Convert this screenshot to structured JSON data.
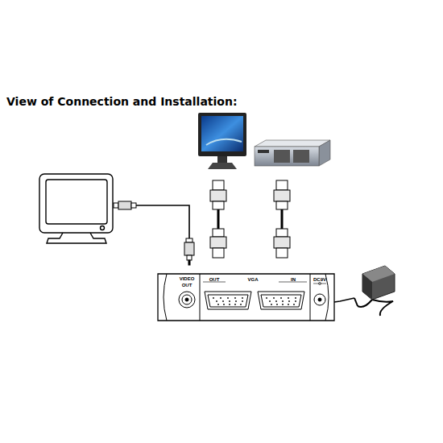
{
  "diagram": {
    "title": "View of Connection and Installation:",
    "labels": [
      "VIDEO",
      "OUT",
      "OUT",
      "VGA",
      "IN",
      "DC9V"
    ]
  }
}
